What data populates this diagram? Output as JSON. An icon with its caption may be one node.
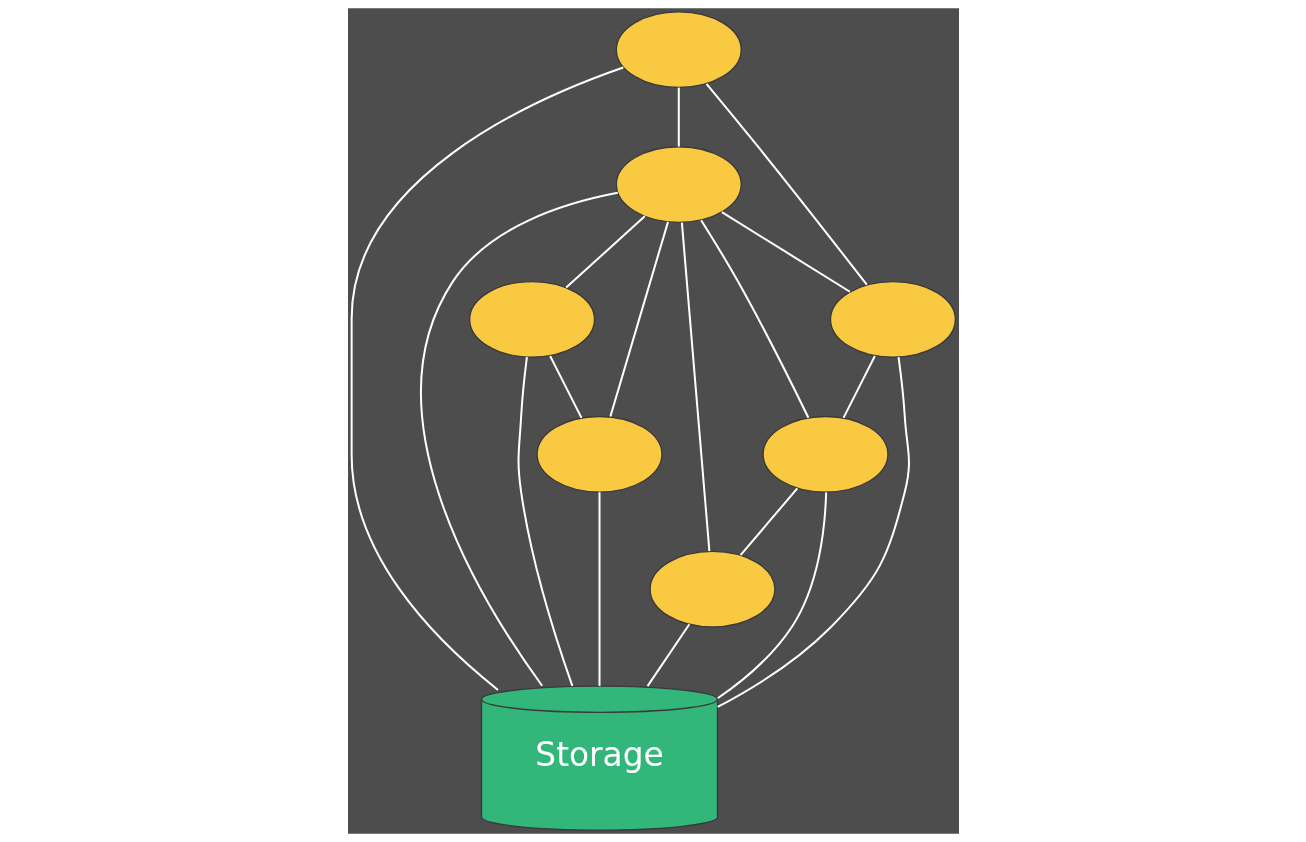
{
  "diagram": {
    "nodes": [
      {
        "text": [],
        "shape": "ellipse"
      },
      {
        "text": [],
        "shape": "ellipse"
      },
      {
        "text": [],
        "shape": "ellipse"
      },
      {
        "text": [],
        "shape": "ellipse"
      },
      {
        "text": [],
        "shape": "ellipse"
      },
      {
        "text": [],
        "shape": "ellipse"
      },
      {
        "text": [],
        "shape": "ellipse"
      },
      {
        "text": [
          "Storage"
        ]
      }
    ],
    "edges": [
      {
        "from": 2,
        "to": 0,
        "arrow": "none"
      },
      {
        "from": 0,
        "to": 6,
        "arrow": "none"
      },
      {
        "from": 1,
        "to": 2,
        "arrow": "none"
      },
      {
        "from": 1,
        "to": 4,
        "arrow": "none"
      },
      {
        "from": 2,
        "to": 4,
        "arrow": "none"
      },
      {
        "from": 2,
        "to": 5,
        "arrow": "none"
      },
      {
        "from": 2,
        "to": 3,
        "arrow": "none"
      },
      {
        "from": 2,
        "to": 6,
        "arrow": "none"
      },
      {
        "from": 5,
        "to": 3,
        "arrow": "none"
      },
      {
        "from": 4,
        "to": 5,
        "arrow": "none"
      },
      {
        "from": 0,
        "to": 7,
        "arrow": "none"
      },
      {
        "from": 1,
        "to": 7,
        "arrow": "none"
      },
      {
        "from": 2,
        "to": 7,
        "arrow": "none"
      },
      {
        "from": 3,
        "to": 7,
        "arrow": "none"
      },
      {
        "from": 4,
        "to": 7,
        "arrow": "none"
      },
      {
        "from": 5,
        "to": 7,
        "arrow": "none"
      },
      {
        "from": 6,
        "to": 7,
        "arrow": "none"
      }
    ]
  }
}
